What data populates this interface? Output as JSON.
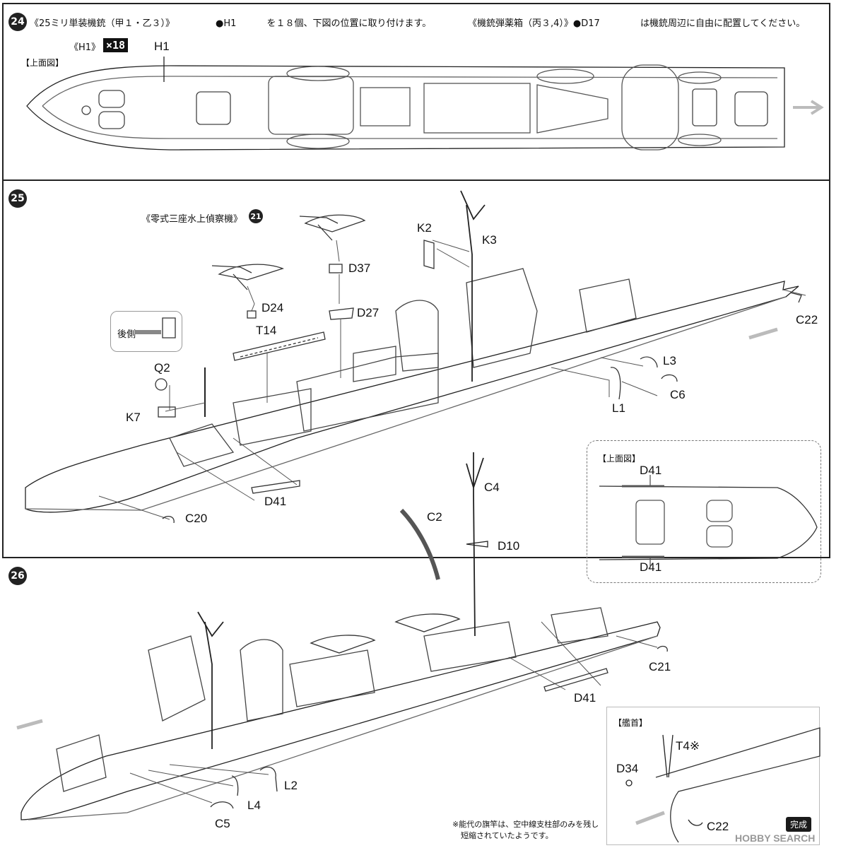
{
  "step24": {
    "number": "24",
    "title": "《25ミリ単装機銃（甲１・乙３）》",
    "instruction": "●H1 　　　を１８個、下図の位置に取り付けます。",
    "title2": "《機銃弾薬箱（丙３,4）》●D17",
    "instruction2": "は機銃周辺に自由に配置してください。",
    "part_label": "《H1》",
    "part_count": "×18",
    "part_callout": "H1",
    "view_label": "【上面図】"
  },
  "step25": {
    "number": "25",
    "aircraft_label": "《零式三座水上偵察機》",
    "aircraft_ref": "21",
    "port_label": "後側",
    "parts": [
      "K2",
      "K3",
      "D37",
      "D24",
      "D27",
      "T14",
      "Q2",
      "K7",
      "C22",
      "L3",
      "C6",
      "L1",
      "C20",
      "D41"
    ],
    "inset_title": "【上面図】",
    "inset_parts": [
      "D41",
      "D41"
    ]
  },
  "step26": {
    "number": "26",
    "parts": [
      "C4",
      "C2",
      "D10",
      "C21",
      "D41",
      "L2",
      "L4",
      "C5"
    ],
    "inset_title": "【艦首】",
    "inset_parts": [
      "T4※",
      "D34",
      "C22"
    ],
    "note_line1": "※能代の旗竿は、空中線支柱部のみを残し",
    "note_line2": "短縮されていたようです。",
    "complete_label": "完成",
    "watermark": "HOBBY SEARCH"
  }
}
